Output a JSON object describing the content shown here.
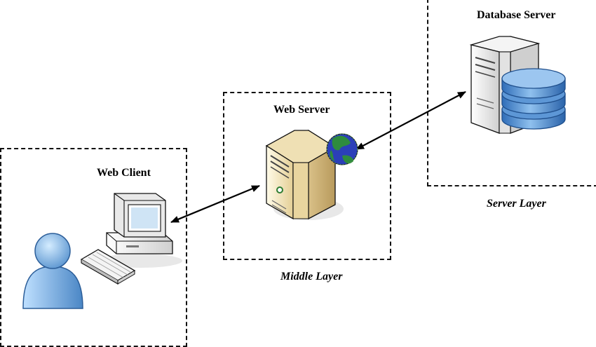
{
  "nodes": {
    "web_client": {
      "title": "Web Client"
    },
    "web_server": {
      "title": "Web Server"
    },
    "database_server": {
      "title": "Database Server"
    }
  },
  "layers": {
    "middle": "Middle Layer",
    "server": "Server Layer"
  },
  "icons": [
    "user-icon",
    "desktop-computer-icon",
    "keyboard-icon",
    "web-server-tower-icon",
    "globe-icon",
    "database-server-icon",
    "database-cylinder-icon"
  ],
  "colors": {
    "border": "#111111",
    "user_blue": "#6fa3d6",
    "server_beige": "#f1e2b8",
    "db_blue": "#4f87c8"
  }
}
